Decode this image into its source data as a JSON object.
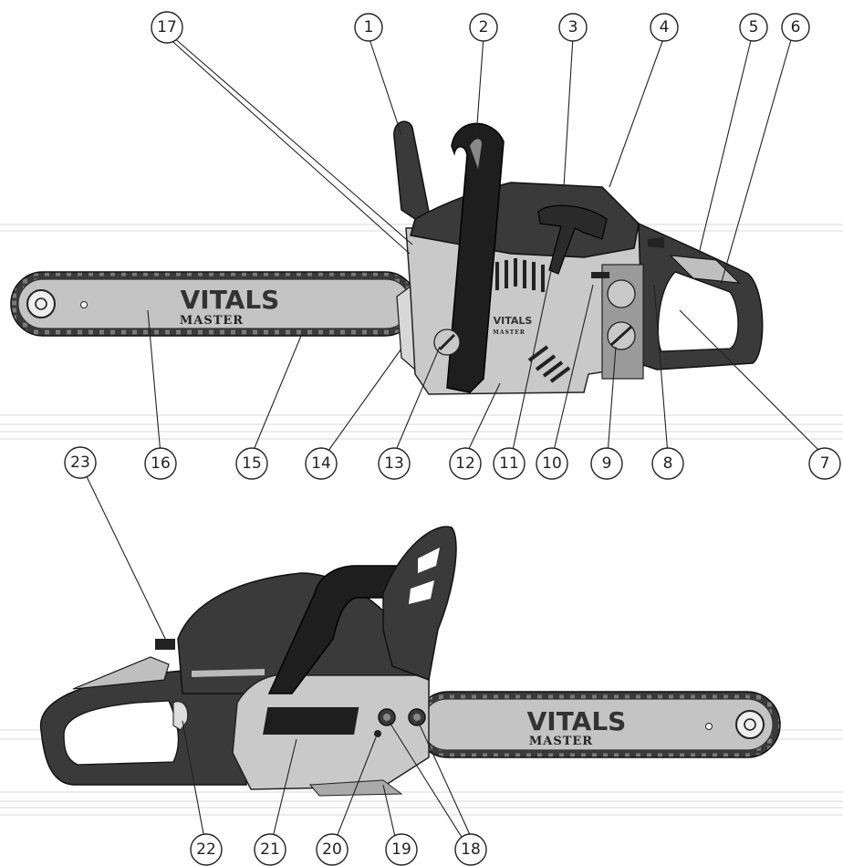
{
  "brand": {
    "name": "VITALS",
    "sub": "MASTER"
  },
  "colors": {
    "body_dark": "#3a3a3a",
    "body_light": "#c9c9c9",
    "bar": "#bdbdbd",
    "chain": "#333333"
  },
  "callouts": [
    {
      "id": "1",
      "label": "1"
    },
    {
      "id": "2",
      "label": "2"
    },
    {
      "id": "3",
      "label": "3"
    },
    {
      "id": "4",
      "label": "4"
    },
    {
      "id": "5",
      "label": "5"
    },
    {
      "id": "6",
      "label": "6"
    },
    {
      "id": "7",
      "label": "7"
    },
    {
      "id": "8",
      "label": "8"
    },
    {
      "id": "9",
      "label": "9"
    },
    {
      "id": "10",
      "label": "10"
    },
    {
      "id": "11",
      "label": "11"
    },
    {
      "id": "12",
      "label": "12"
    },
    {
      "id": "13",
      "label": "13"
    },
    {
      "id": "14",
      "label": "14"
    },
    {
      "id": "15",
      "label": "15"
    },
    {
      "id": "16",
      "label": "16"
    },
    {
      "id": "17",
      "label": "17"
    },
    {
      "id": "18",
      "label": "18"
    },
    {
      "id": "19",
      "label": "19"
    },
    {
      "id": "20",
      "label": "20"
    },
    {
      "id": "21",
      "label": "21"
    },
    {
      "id": "22",
      "label": "22"
    },
    {
      "id": "23",
      "label": "23"
    }
  ]
}
